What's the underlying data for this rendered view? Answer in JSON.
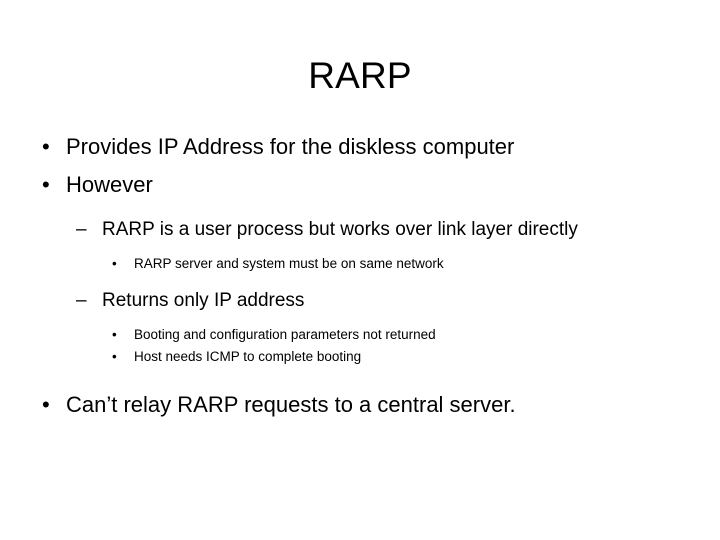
{
  "slide": {
    "title": "RARP",
    "background_color": "#ffffff",
    "text_color": "#000000",
    "markers": {
      "level1": "•",
      "level2": "–",
      "level3": "•"
    },
    "content": [
      {
        "level": 1,
        "marker": "•",
        "text": "Provides IP Address for the diskless computer"
      },
      {
        "level": 1,
        "marker": "•",
        "text": "However"
      },
      {
        "level": 2,
        "marker": "–",
        "text": "RARP is a user process but works over link layer directly"
      },
      {
        "level": 3,
        "marker": "•",
        "text": "RARP server and system must be on same network"
      },
      {
        "level": 2,
        "marker": "–",
        "text": "Returns only IP address"
      },
      {
        "level": 3,
        "marker": "•",
        "text": "Booting and configuration parameters not returned"
      },
      {
        "level": 3,
        "marker": "•",
        "text": "Host needs ICMP to complete booting"
      },
      {
        "level": 1,
        "marker": "•",
        "text": "Can’t relay RARP requests to a central server."
      }
    ]
  }
}
